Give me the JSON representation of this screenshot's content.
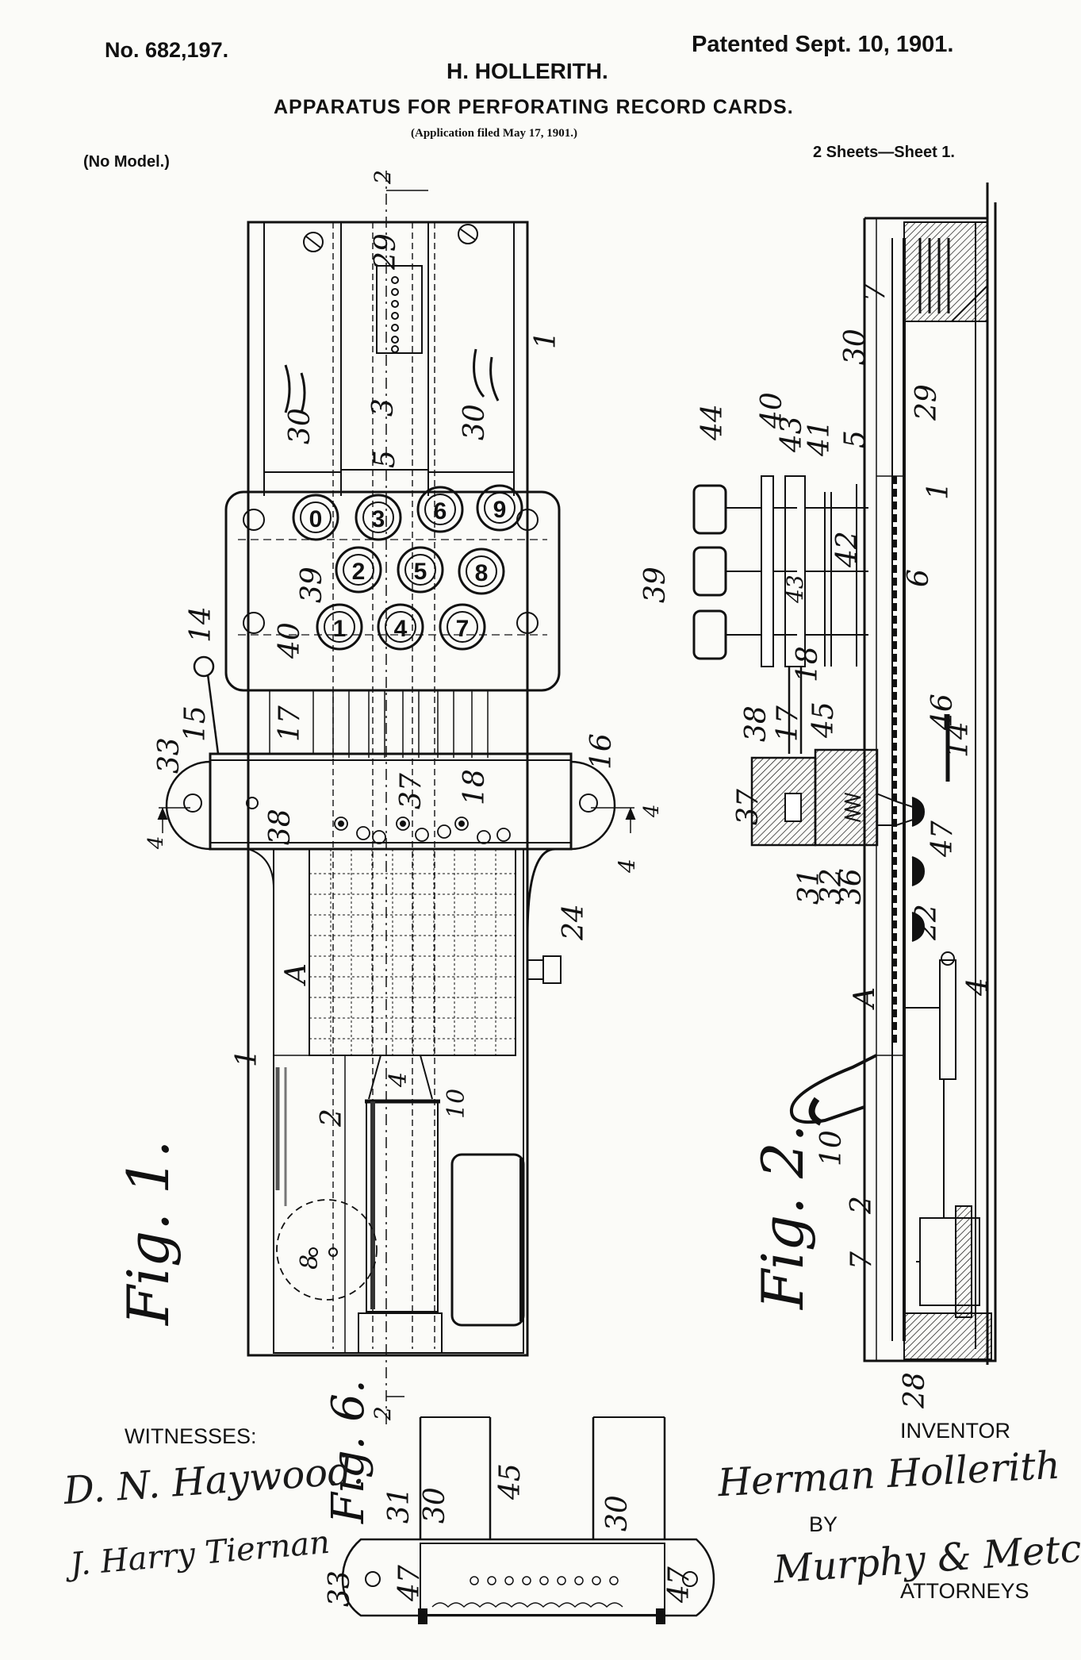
{
  "header": {
    "patent_number": "No. 682,197.",
    "patent_date": "Patented Sept. 10, 1901.",
    "inventor": "H. HOLLERITH.",
    "title": "APPARATUS FOR PERFORATING RECORD CARDS.",
    "application": "(Application filed May 17, 1901.)",
    "model_note": "(No Model.)",
    "sheet_info": "2 Sheets—Sheet 1."
  },
  "figures": {
    "fig1": "Fig. 1.",
    "fig2": "Fig. 2.",
    "fig6": "Fig. 6."
  },
  "keypad": {
    "keys": [
      "0",
      "3",
      "6",
      "9",
      "2",
      "5",
      "8",
      "1",
      "4",
      "7"
    ]
  },
  "reference_numerals": {
    "fig1": [
      "2",
      "29",
      "1",
      "30",
      "3",
      "5",
      "30",
      "39",
      "14",
      "40",
      "15",
      "17",
      "33",
      "38",
      "37",
      "18",
      "16",
      "4",
      "24",
      "A",
      "1",
      "2",
      "4",
      "10",
      "8",
      "2"
    ],
    "fig2": [
      "7",
      "30",
      "29",
      "44",
      "40",
      "43",
      "41",
      "5",
      "1",
      "39",
      "42",
      "6",
      "43",
      "18",
      "38",
      "17",
      "45",
      "46",
      "14",
      "37",
      "31",
      "32",
      "36",
      "47",
      "22",
      "A",
      "4",
      "10",
      "2",
      "7",
      "28"
    ],
    "fig6": [
      "30",
      "45",
      "30",
      "31",
      "33",
      "47",
      "47"
    ]
  },
  "section_marks": [
    "4",
    "4"
  ],
  "footer": {
    "witnesses_label": "WITNESSES:",
    "witness_1": "D. N. Haywood.",
    "witness_2": "J. Harry Tiernan",
    "inventor_label": "INVENTOR",
    "inventor_signature": "Herman Hollerith",
    "by_label": "BY",
    "attorney_signature": "Murphy & Metcalf",
    "attorneys_label": "ATTORNEYS"
  }
}
